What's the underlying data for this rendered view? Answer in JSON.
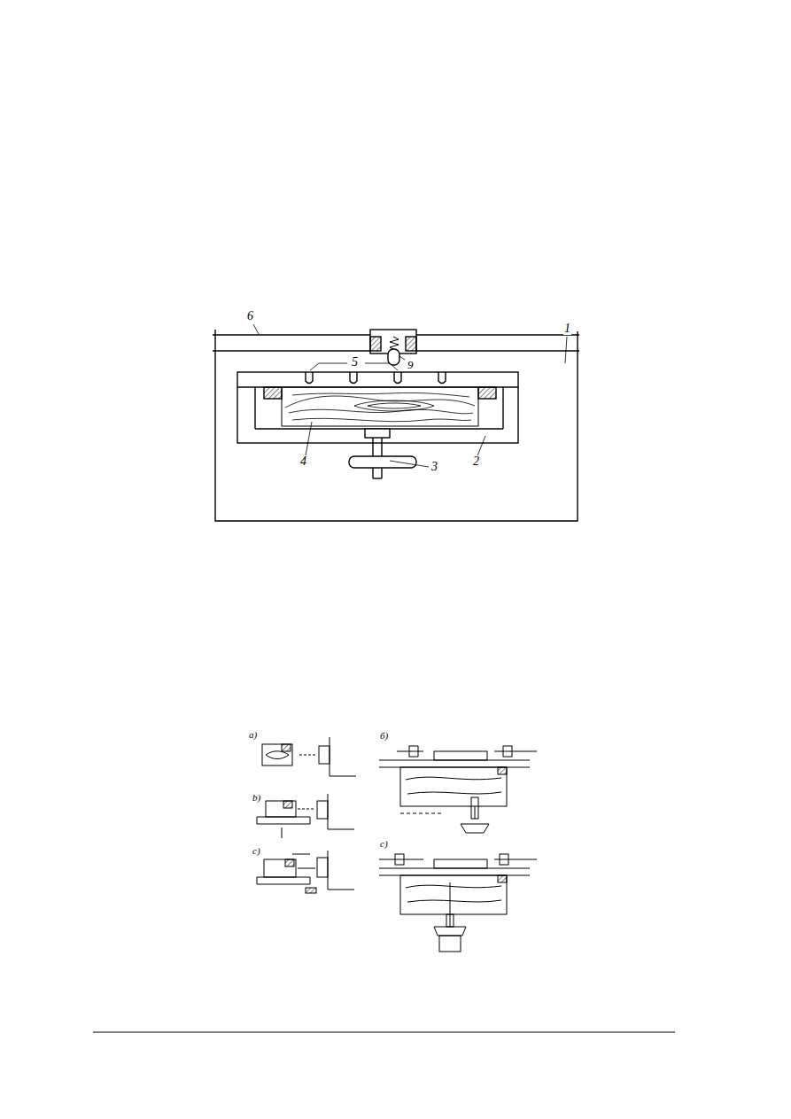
{
  "diagram": {
    "labels": [
      "6",
      "1",
      "9",
      "5",
      "4",
      "3",
      "2",
      "a)",
      "b)",
      "c)",
      "б)",
      "c)"
    ]
  }
}
